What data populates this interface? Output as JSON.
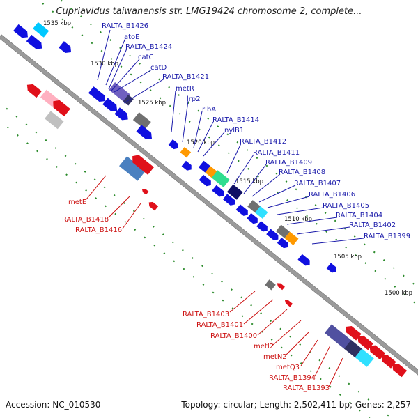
{
  "title": "Cupriavidus taiwanensis str. LMG19424 chromosome 2, complete...",
  "footer": {
    "accession": "Accession: NC_010530",
    "stats": "Topology: circular; Length: 2,502,411 bp; Genes: 2,257"
  },
  "scale_ticks": [
    "1535 kbp",
    "1530 kbp",
    "1525 kbp",
    "1520 kbp",
    "1515 kbp",
    "1510 kbp",
    "1505 kbp",
    "1500 kbp"
  ],
  "labels_forward": [
    "RALTA_B1426",
    "atoE",
    "RALTA_B1424",
    "catC",
    "catD",
    "RALTA_B1421",
    "metR",
    "lrp2",
    "ribA",
    "RALTA_B1414",
    "nylB1",
    "RALTA_B1412",
    "RALTA_B1411",
    "RALTA_B1409",
    "RALTA_B1408",
    "RALTA_B1407",
    "RALTA_B1406",
    "RALTA_B1405",
    "RALTA_B1404",
    "RALTA_B1402",
    "RALTA_B1399"
  ],
  "labels_reverse_left": [
    "metE",
    "RALTA_B1418",
    "RALTA_B1416"
  ],
  "labels_reverse_bottom": [
    "RALTA_B1403",
    "RALTA_B1401",
    "RALTA_B1400",
    "metI2",
    "metN2",
    "metQ3",
    "RALTA_B1394",
    "RALTA_B1393"
  ],
  "colors": {
    "forward_label": "#1a1aaa",
    "reverse_label": "#cc1111",
    "forward_gene": "#1010e0",
    "reverse_gene": "#e0101a",
    "backbone": "#9a9a9a",
    "tick_dot": "#2a8a2a"
  }
}
